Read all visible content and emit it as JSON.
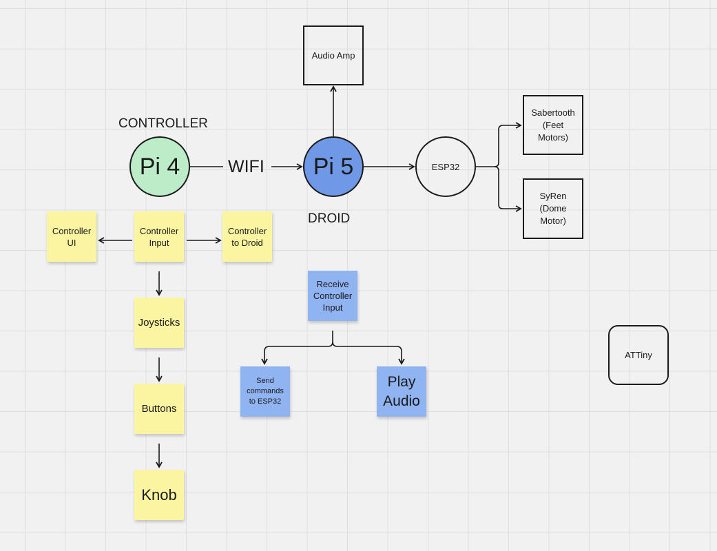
{
  "labels": {
    "controller_heading": "CONTROLLER",
    "droid_heading": "DROID",
    "wifi": "WIFI"
  },
  "nodes": {
    "pi4": "Pi 4",
    "pi5": "Pi 5",
    "esp32": "ESP32",
    "audio_amp": "Audio Amp",
    "sabertooth": "Sabertooth\n(Feet\nMotors)",
    "syren": "SyRen\n(Dome\nMotor)",
    "attiny": "ATTiny"
  },
  "notes": {
    "controller_ui": "Controller\nUI",
    "controller_input": "Controller\nInput",
    "controller_to_droid": "Controller\nto Droid",
    "joysticks": "Joysticks",
    "buttons": "Buttons",
    "knob": "Knob",
    "receive_controller_input": "Receive\nController\nInput",
    "send_commands": "Send\ncommands\nto ESP32",
    "play_audio": "Play\nAudio"
  },
  "colors": {
    "pi4_fill": "#bcecc8",
    "pi5_fill": "#6f98e6",
    "note_yellow": "#fbf4a0",
    "note_blue": "#90b3f2",
    "line": "#1a1a1a"
  }
}
